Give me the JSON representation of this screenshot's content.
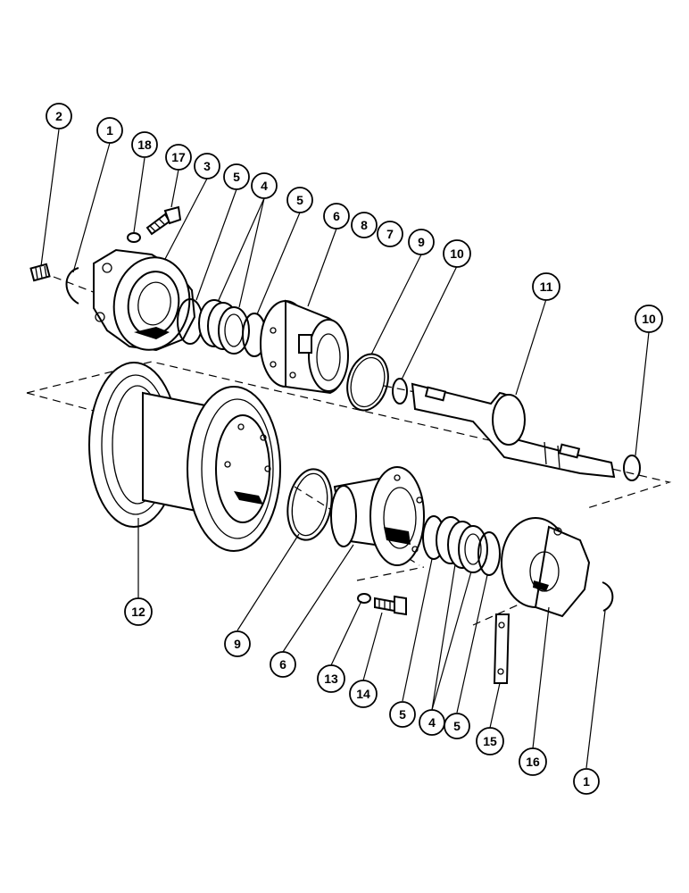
{
  "callouts": {
    "c2a": "2",
    "c1a": "1",
    "c18": "18",
    "c17": "17",
    "c3": "3",
    "c5a": "5",
    "c4a": "4",
    "c5b": "5",
    "c6a": "6",
    "c8": "8",
    "c7": "7",
    "c9a": "9",
    "c10a": "10",
    "c11": "11",
    "c10b": "10",
    "c12": "12",
    "c9b": "9",
    "c6b": "6",
    "c13": "13",
    "c14": "14",
    "c5c": "5",
    "c4b": "4",
    "c5d": "5",
    "c15": "15",
    "c16": "16",
    "c1b": "1"
  }
}
